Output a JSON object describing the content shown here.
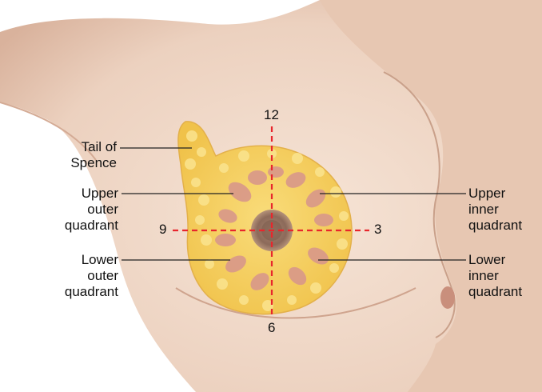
{
  "labels": {
    "tail_of_spence": "Tail of\nSpence",
    "upper_outer_quadrant": "Upper\nouter\nquadrant",
    "lower_outer_quadrant": "Lower\nouter\nquadrant",
    "upper_inner_quadrant": "Upper\ninner\nquadrant",
    "lower_inner_quadrant": "Lower\ninner\nquadrant"
  },
  "clock_positions": {
    "twelve": "12",
    "three": "3",
    "six": "6",
    "nine": "9"
  },
  "colors": {
    "skin": "#f0d9c9",
    "skin_shadow": "#d9b29c",
    "fat_tissue": "#f5cd5a",
    "glandular_lobes": "#d9988a",
    "areola": "#8c6a5a",
    "quadrant_lines": "#e8262c",
    "leader_lines": "#222222"
  }
}
